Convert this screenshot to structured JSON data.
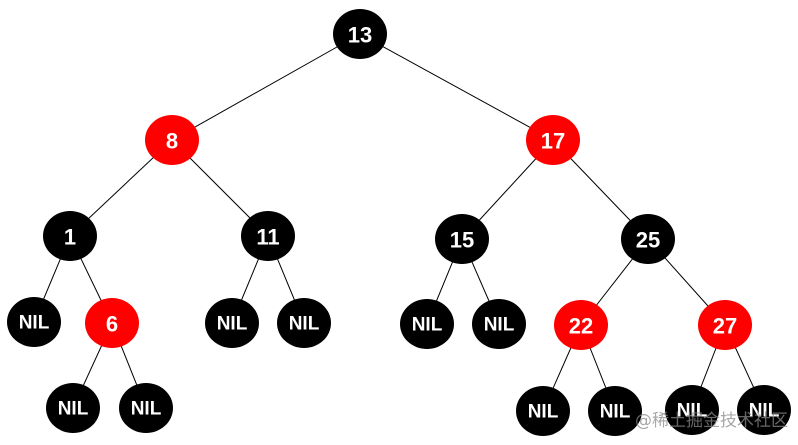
{
  "colors": {
    "red": "#ff0000",
    "black": "#000000",
    "label": "#ffffff",
    "edge": "#000000"
  },
  "tree": {
    "nodes": [
      {
        "id": "n13",
        "label": "13",
        "color": "black"
      },
      {
        "id": "n8",
        "label": "8",
        "color": "red"
      },
      {
        "id": "n17",
        "label": "17",
        "color": "red"
      },
      {
        "id": "n1",
        "label": "1",
        "color": "black"
      },
      {
        "id": "n11",
        "label": "11",
        "color": "black"
      },
      {
        "id": "n15",
        "label": "15",
        "color": "black"
      },
      {
        "id": "n25",
        "label": "25",
        "color": "black"
      },
      {
        "id": "nil1",
        "label": "NIL",
        "color": "black"
      },
      {
        "id": "n6",
        "label": "6",
        "color": "red"
      },
      {
        "id": "nil2",
        "label": "NIL",
        "color": "black"
      },
      {
        "id": "nil3",
        "label": "NIL",
        "color": "black"
      },
      {
        "id": "nil4",
        "label": "NIL",
        "color": "black"
      },
      {
        "id": "nil5",
        "label": "NIL",
        "color": "black"
      },
      {
        "id": "n22",
        "label": "22",
        "color": "red"
      },
      {
        "id": "n27",
        "label": "27",
        "color": "red"
      },
      {
        "id": "nil6",
        "label": "NIL",
        "color": "black"
      },
      {
        "id": "nil7",
        "label": "NIL",
        "color": "black"
      },
      {
        "id": "nil8",
        "label": "NIL",
        "color": "black"
      },
      {
        "id": "nil9",
        "label": "NIL",
        "color": "black"
      },
      {
        "id": "nil10",
        "label": "NIL",
        "color": "black"
      },
      {
        "id": "nil11",
        "label": "NIL",
        "color": "black"
      }
    ],
    "edges": [
      [
        "n13",
        "n8"
      ],
      [
        "n13",
        "n17"
      ],
      [
        "n8",
        "n1"
      ],
      [
        "n8",
        "n11"
      ],
      [
        "n17",
        "n15"
      ],
      [
        "n17",
        "n25"
      ],
      [
        "n1",
        "nil1"
      ],
      [
        "n1",
        "n6"
      ],
      [
        "n11",
        "nil2"
      ],
      [
        "n11",
        "nil3"
      ],
      [
        "n15",
        "nil4"
      ],
      [
        "n15",
        "nil5"
      ],
      [
        "n25",
        "n22"
      ],
      [
        "n25",
        "n27"
      ],
      [
        "n6",
        "nil6"
      ],
      [
        "n6",
        "nil7"
      ],
      [
        "n22",
        "nil8"
      ],
      [
        "n22",
        "nil9"
      ],
      [
        "n27",
        "nil10"
      ],
      [
        "n27",
        "nil11"
      ]
    ]
  },
  "watermark": "@稀土掘金技术社区"
}
